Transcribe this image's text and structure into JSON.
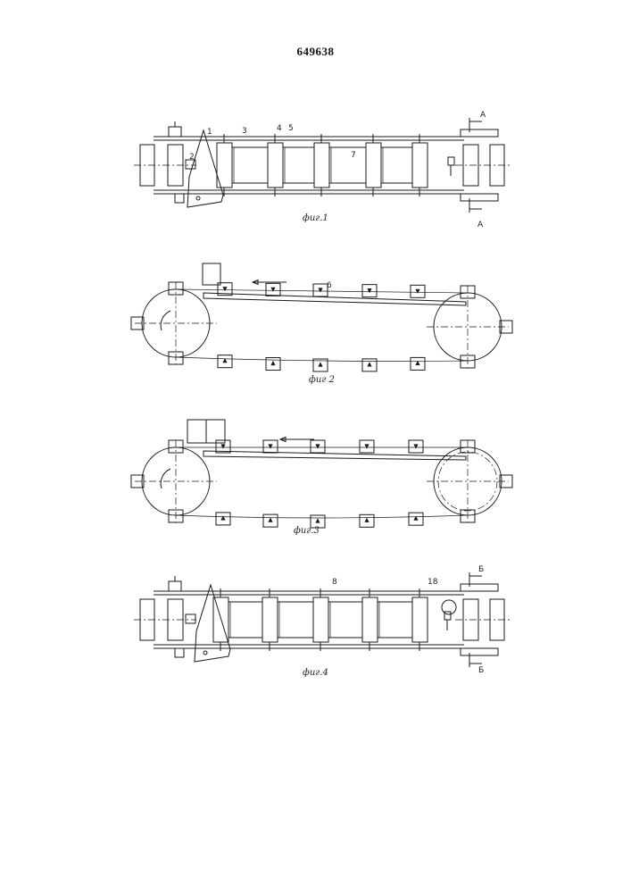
{
  "patent_number": "649638",
  "figures": {
    "fig1": {
      "caption": "фиг.1",
      "labels": [
        "1",
        "2",
        "3",
        "4",
        "5",
        "7"
      ],
      "section": "А"
    },
    "fig2": {
      "caption": "фиг 2",
      "labels": [
        "6"
      ]
    },
    "fig3": {
      "caption": "фиг.3"
    },
    "fig4": {
      "caption": "фиг.4",
      "labels": [
        "8",
        "18"
      ],
      "section": "Б"
    }
  }
}
